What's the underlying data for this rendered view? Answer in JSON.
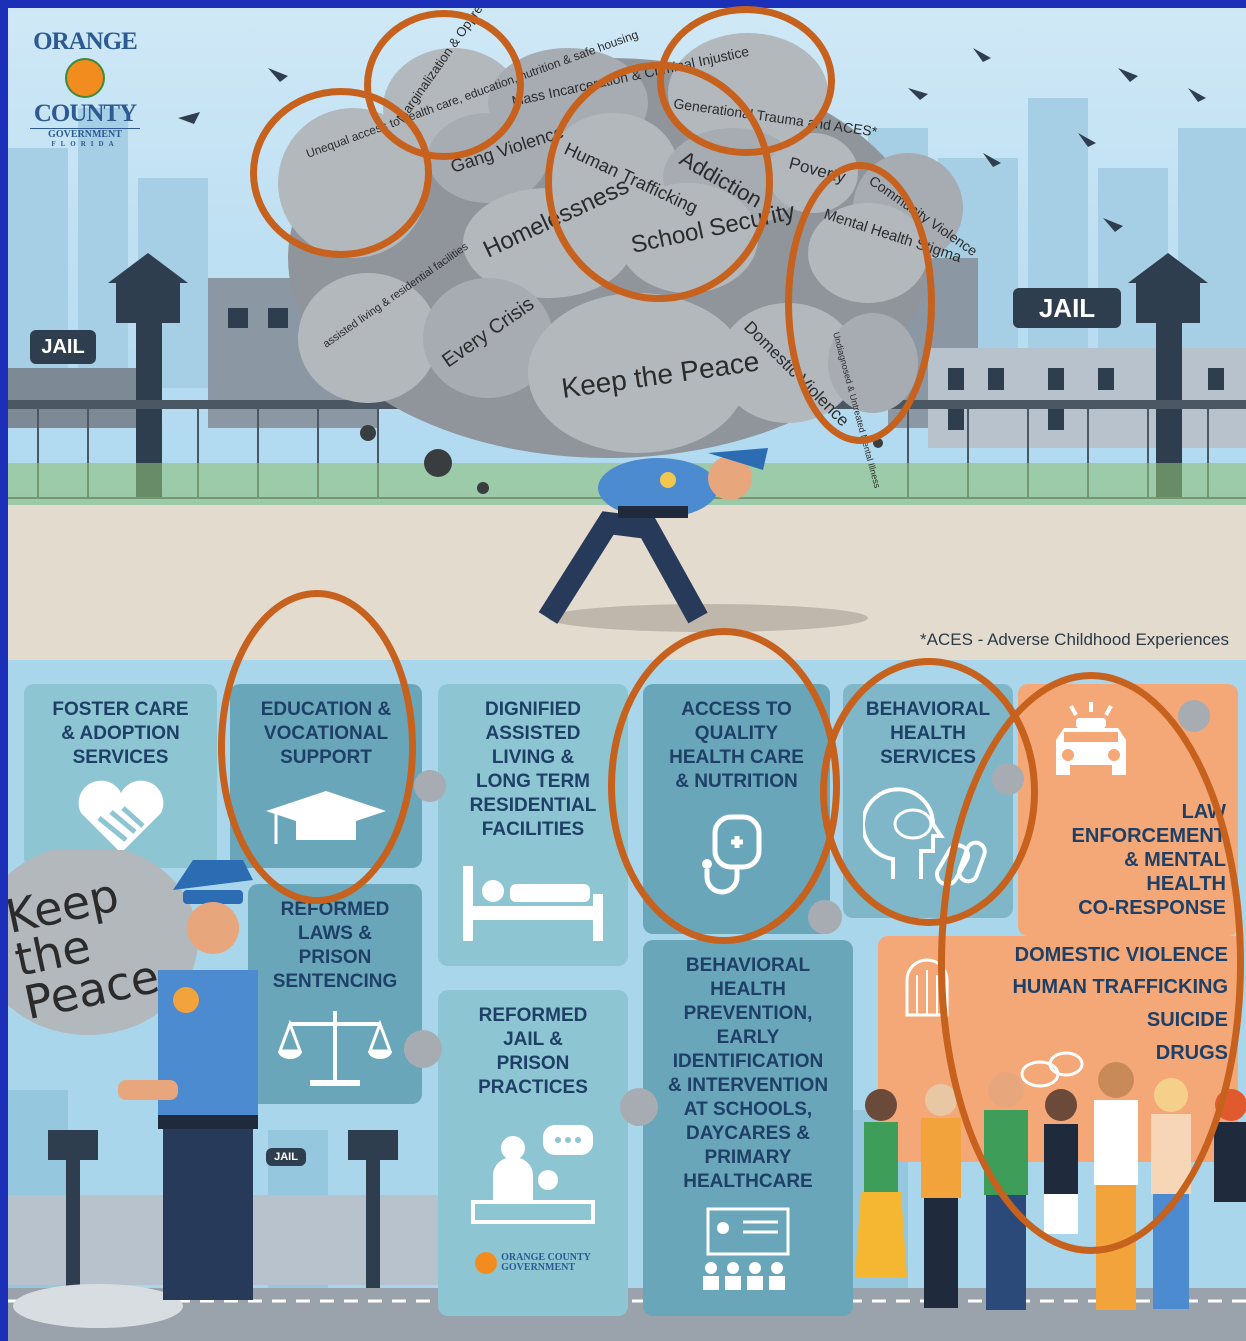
{
  "logo": {
    "line1": "ORANGE",
    "line2": "COUNTY",
    "line3": "GOVERNMENT",
    "line4": "FLORIDA"
  },
  "top": {
    "jail_left": "JAIL",
    "jail_right": "JAIL",
    "rocks": [
      "Unequal access to health care, education, nutrition & safe housing",
      "Marginalization & Oppression",
      "Mass Incarceration & Criminal Injustice",
      "Generational Trauma and ACES*",
      "Gang Violence",
      "Human Trafficking",
      "Addiction",
      "Poverty",
      "Community Violence",
      "Homelessness",
      "School Security",
      "Mental Health Stigma",
      "assisted living & residential facilities",
      "Every Crisis",
      "Keep the Peace",
      "Domestic Violence",
      "Undiagnosed & Untreated Mental Illness"
    ],
    "footnote": "*ACES - Adverse Childhood Experiences"
  },
  "bottom": {
    "tiles": [
      {
        "title": "FOSTER CARE\n& ADOPTION\nSERVICES",
        "icon": "handshake-heart-icon"
      },
      {
        "title": "EDUCATION &\nVOCATIONAL\nSUPPORT",
        "icon": "graduation-cap-icon"
      },
      {
        "title": "DIGNIFIED\nASSISTED\nLIVING &\nLONG TERM\nRESIDENTIAL\nFACILITIES",
        "icon": "bed-icon"
      },
      {
        "title": "ACCESS TO\nQUALITY\nHEALTH CARE\n& NUTRITION",
        "icon": "stethoscope-icon"
      },
      {
        "title": "BEHAVIORAL\nHEALTH\nSERVICES",
        "icon": "brain-head-icon"
      },
      {
        "title": "REFORMED\nLAWS &\nPRISON\nSENTENCING",
        "icon": "scales-icon"
      },
      {
        "title": "REFORMED\nJAIL &\nPRISON\nPRACTICES",
        "icon": "counseling-icon"
      },
      {
        "title": "BEHAVIORAL\nHEALTH\nPREVENTION,\nEARLY\nIDENTIFICATION\n& INTERVENTION\nAT SCHOOLS,\nDAYCARES &\nPRIMARY\nHEALTHCARE",
        "icon": "classroom-icon"
      }
    ],
    "law": {
      "title": "LAW\nENFORCEMENT\n& MENTAL\nHEALTH\nCO-RESPONSE"
    },
    "issues": [
      "DOMESTIC VIOLENCE",
      "HUMAN TRAFFICKING",
      "SUICIDE",
      "DRUGS"
    ],
    "keep_rock": "Keep the Peace",
    "jail_small": "JAIL"
  },
  "colors": {
    "border": "#1b2fb8",
    "ring": "#c6611e",
    "tile_text": "#1e3f66",
    "orange_panel": "#f5a877"
  }
}
